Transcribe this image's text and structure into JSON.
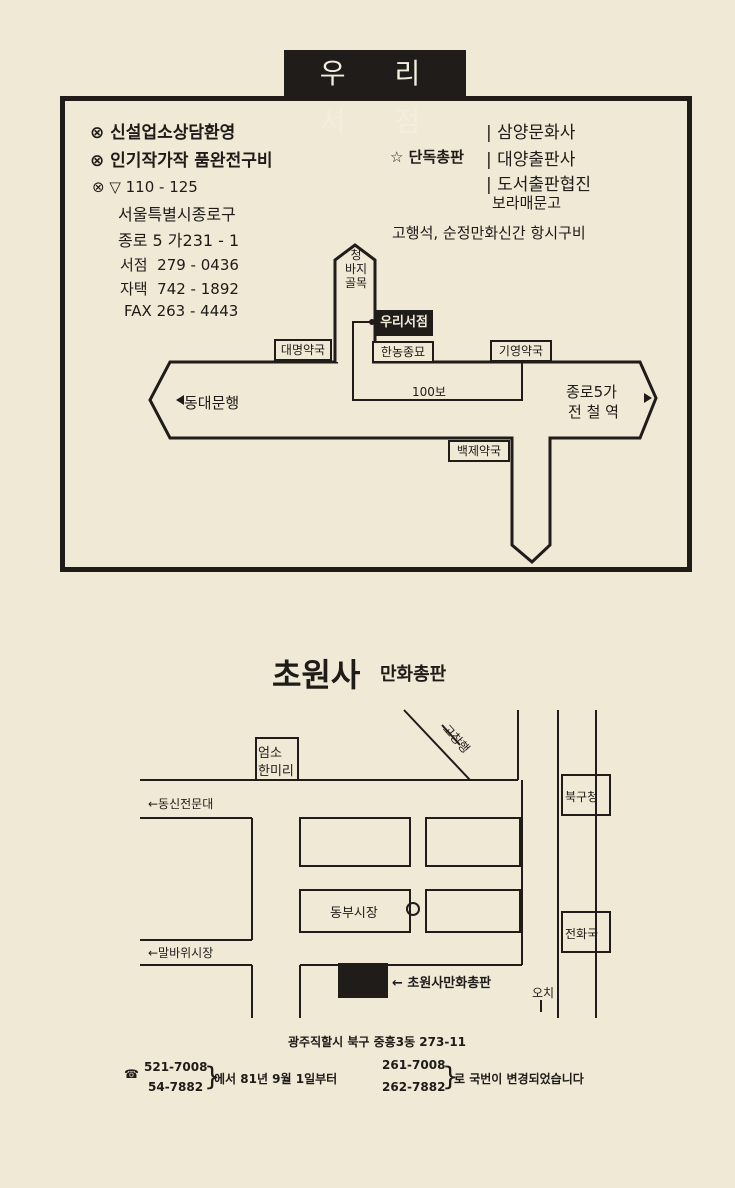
{
  "shop1": {
    "name": "우 리 서 점",
    "features": [
      "신설업소상담환영",
      "인기작가작 품완전구비"
    ],
    "address": {
      "postal": "110 - 125",
      "line1": "서울특별시종로구",
      "line2": "종로 5 가231 - 1"
    },
    "phones": {
      "store_label": "서점",
      "store": "279 - 0436",
      "home_label": "자택",
      "home": "742 - 1892",
      "fax_label": "FAX",
      "fax": "263 - 4443"
    },
    "exclusive_label": "☆ 단독총판",
    "publishers": [
      "삼양문화사",
      "대양출판사",
      "도서출판협진",
      "보라매문고"
    ],
    "tagline": "고행석, 순정만화신간 항시구비",
    "map": {
      "alley": "청\n바지\n골목",
      "shop_label": "우리서점",
      "hannong": "한농종묘",
      "daemyeong": "대명약국",
      "giyoung": "기영약국",
      "baekje": "백제약국",
      "distance": "100보",
      "left_dest": "동대문행",
      "right_dest_1": "종로5가",
      "right_dest_2": "전 철 역"
    }
  },
  "shop2": {
    "name": "초원사",
    "subtitle": "만화총판",
    "map": {
      "sosi_1": "엄소",
      "sosi_2": "한미리",
      "gochang": "고창행",
      "dongsin": "←동신전문대",
      "bukgu": "북구청",
      "dongbu": "동부시장",
      "malba": "←말바위시장",
      "jeonhwa": "전화국",
      "shop_label": "초원사만화총판",
      "ochi": "오치"
    },
    "address": "광주직할시 북구 중흥3동 273-11",
    "phone_old_1": "521-7008",
    "phone_old_2": "54-7882",
    "change_text_1": "에서 81년 9월 1일부터",
    "phone_new_1": "261-7008",
    "phone_new_2": "262-7882",
    "change_text_2": "로 국번이 변경되었습니다"
  }
}
